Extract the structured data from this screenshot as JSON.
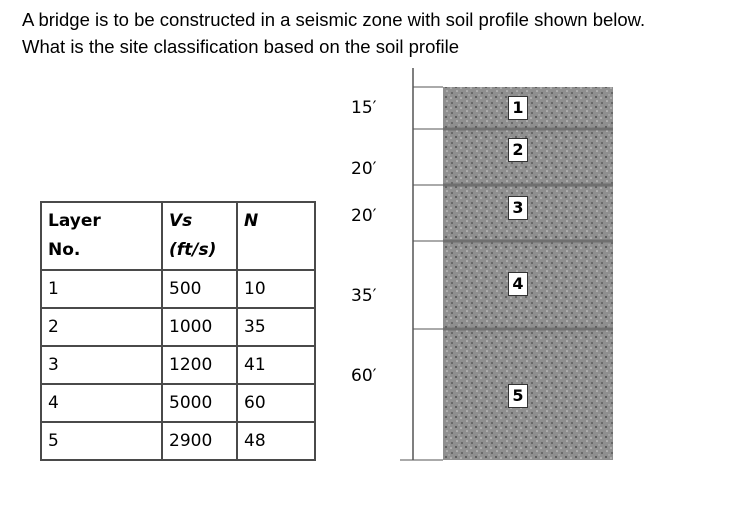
{
  "question": {
    "line1": "A bridge is to be constructed in a seismic zone with soil profile shown below.",
    "line2": "What is the site classification based on the soil profile"
  },
  "table": {
    "headers": {
      "layer": "Layer No.",
      "vs_line1": "Vs",
      "vs_line2": "(ft/s)",
      "n": "N"
    },
    "rows": [
      {
        "layer": "1",
        "vs": "500",
        "n": "10"
      },
      {
        "layer": "2",
        "vs": "1000",
        "n": "35"
      },
      {
        "layer": "3",
        "vs": "1200",
        "n": "41"
      },
      {
        "layer": "4",
        "vs": "5000",
        "n": "60"
      },
      {
        "layer": "5",
        "vs": "2900",
        "n": "48"
      }
    ]
  },
  "profile": {
    "thicknesses": [
      "15′",
      "20′",
      "20′",
      "35′",
      "60′"
    ],
    "layer_labels": [
      "1",
      "2",
      "3",
      "4",
      "5"
    ],
    "soil_color": "#8f8f8f"
  }
}
